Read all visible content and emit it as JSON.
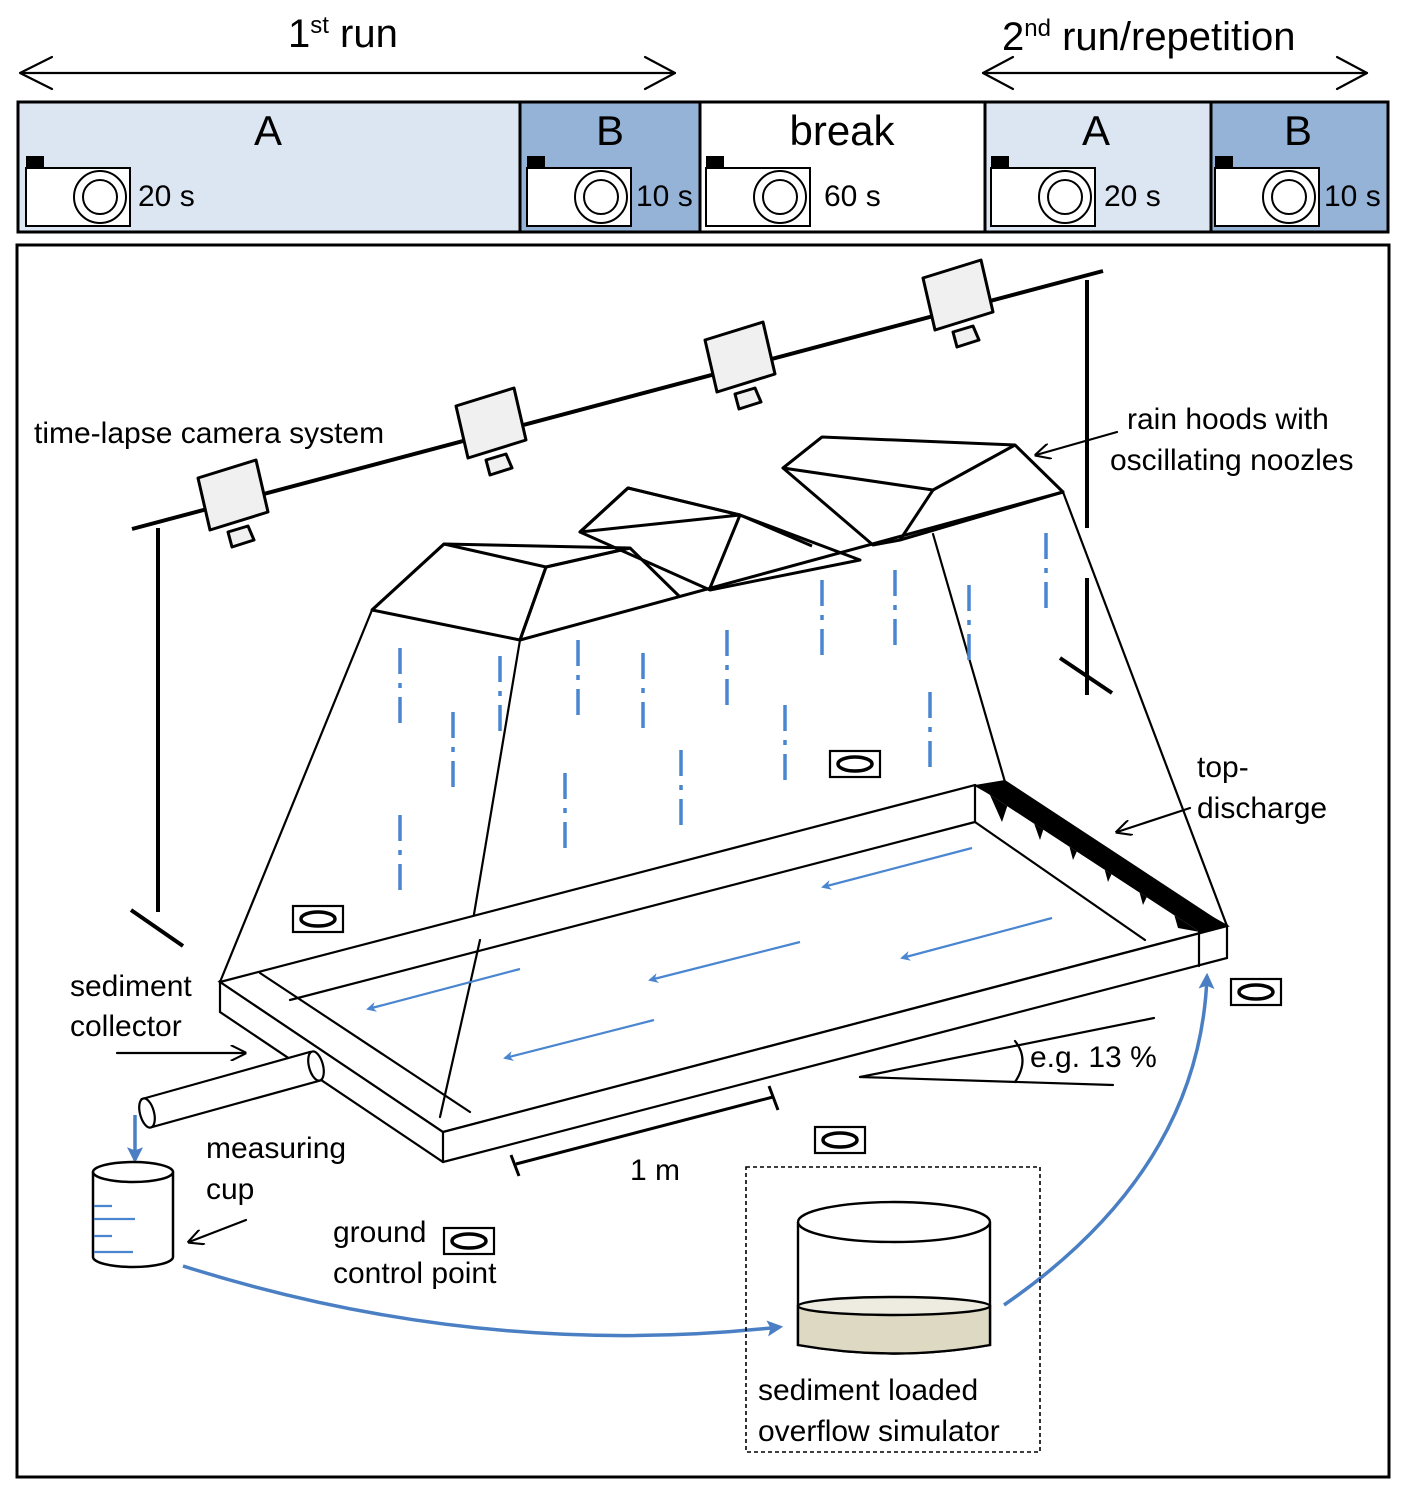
{
  "timeline": {
    "run1_label": "1",
    "run1_sup": "st",
    "run1_rest": " run",
    "run2_label": "2",
    "run2_sup": "nd",
    "run2_rest": " run/repetition",
    "segments": [
      {
        "label": "A",
        "interval": "20 s",
        "color": "#dce6f2"
      },
      {
        "label": "B",
        "interval": "10 s",
        "color": "#95b3d7"
      },
      {
        "label": "break",
        "interval": "60 s",
        "color": "#ffffff"
      },
      {
        "label": "A",
        "interval": "20 s",
        "color": "#dce6f2"
      },
      {
        "label": "B",
        "interval": "10 s",
        "color": "#95b3d7"
      }
    ]
  },
  "labels": {
    "camera_system": "time-lapse camera system",
    "rain_hoods_1": "rain hoods with",
    "rain_hoods_2": "oscillating noozles",
    "top_discharge_1": "top-",
    "top_discharge_2": "discharge",
    "sediment_collector_1": "sediment",
    "sediment_collector_2": "collector",
    "measuring_cup_1": "measuring",
    "measuring_cup_2": "cup",
    "gcp_1": "ground",
    "gcp_2": "control point",
    "slope": "e.g. 13 %",
    "scale": "1 m",
    "simulator_1": "sediment loaded",
    "simulator_2": "overflow simulator"
  },
  "colors": {
    "flow_arrow": "#4a86d0",
    "sediment_fill": "#ddd9c3",
    "camera_fill": "#f0f0f0"
  }
}
